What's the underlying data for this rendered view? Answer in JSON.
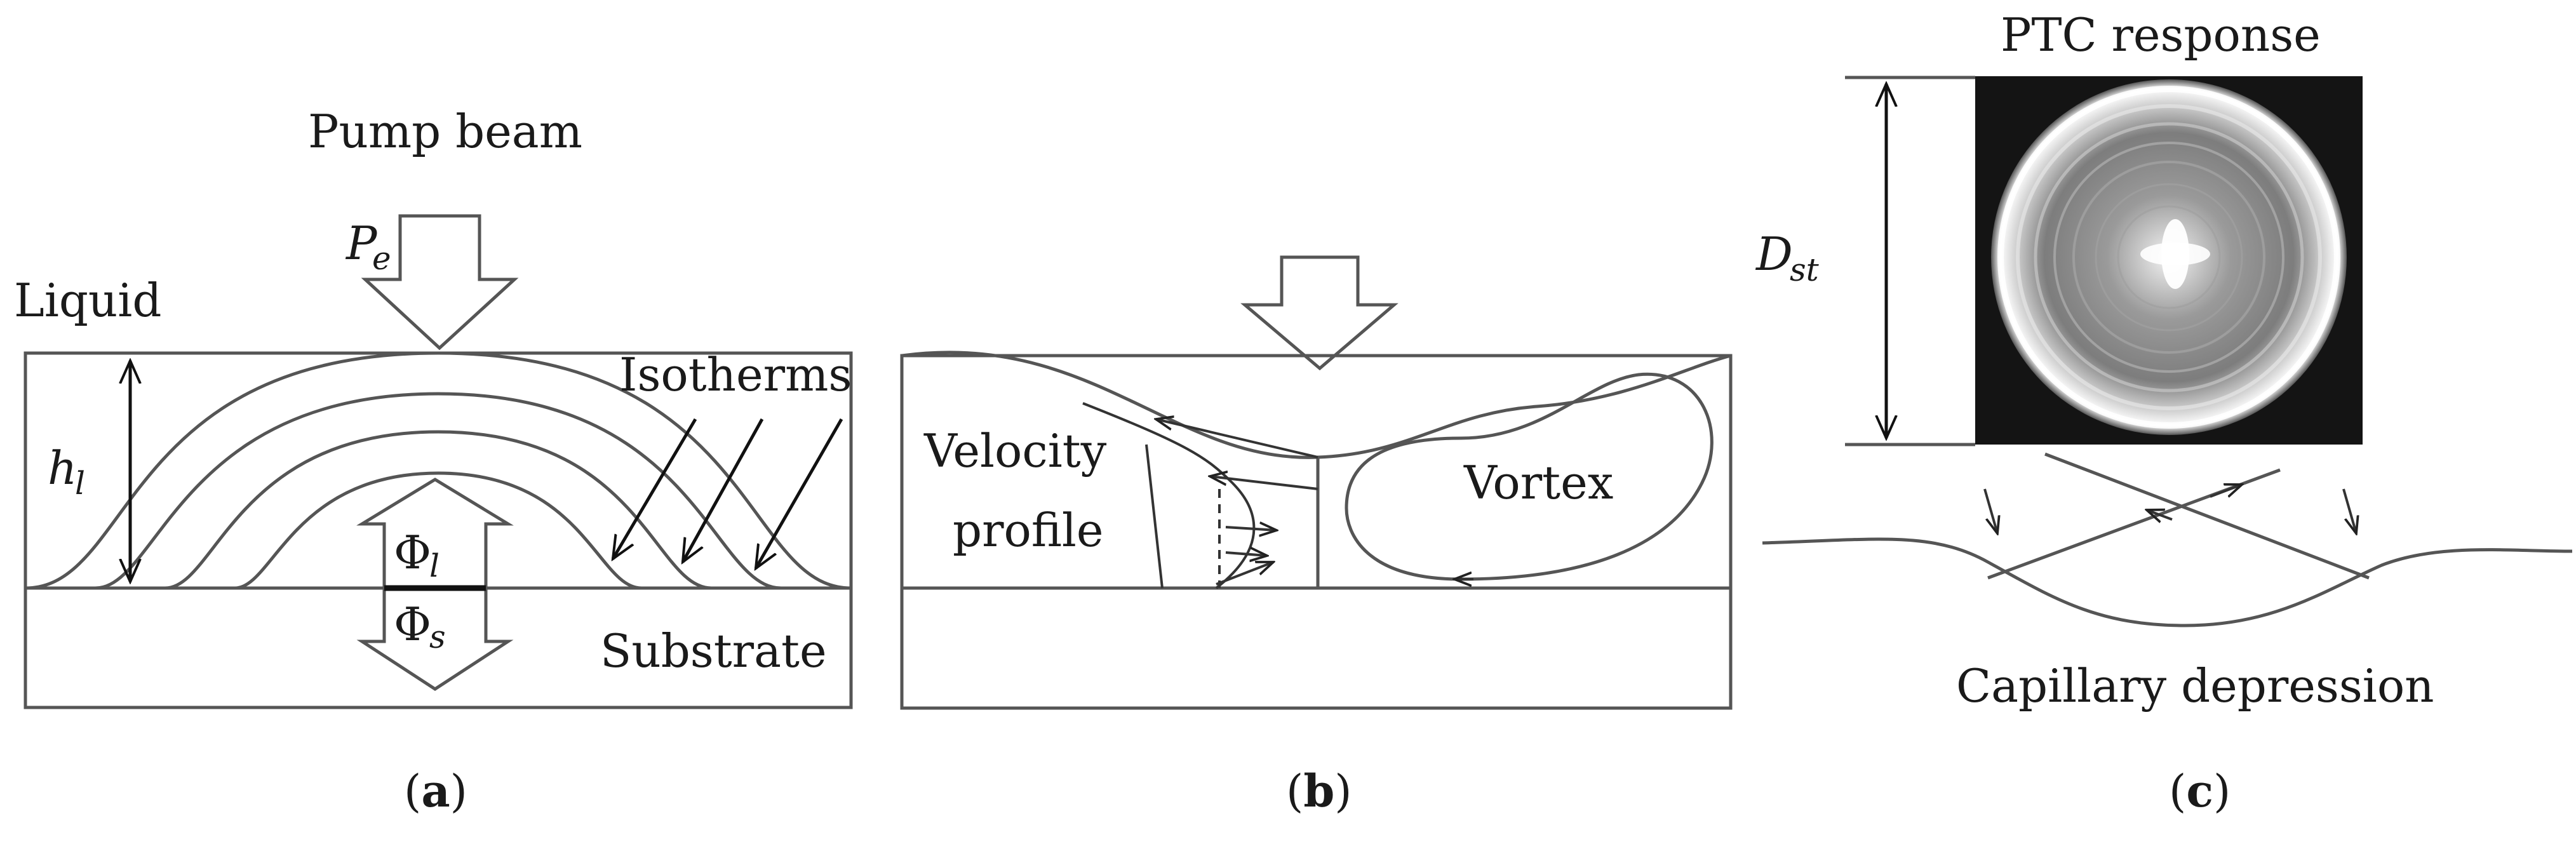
{
  "panel_a": {
    "pump_beam": "Pump beam",
    "pe_main": "P",
    "pe_sub": "e",
    "liquid": "Liquid",
    "h_main": "h",
    "h_sub": "l",
    "isotherms": "Isotherms",
    "phi_l_main": "Φ",
    "phi_l_sub": "l",
    "phi_s_main": "Φ",
    "phi_s_sub": "s",
    "substrate": "Substrate",
    "caption_open": "(",
    "caption_letter": "a",
    "caption_close": ")"
  },
  "panel_b": {
    "velocity_line1": "Velocity",
    "velocity_line2": "profile",
    "vortex": "Vortex",
    "caption_open": "(",
    "caption_letter": "b",
    "caption_close": ")"
  },
  "panel_c": {
    "ptc_response": "PTC response",
    "d_main": "D",
    "d_sub": "st",
    "capillary": "Capillary depression",
    "caption_open": "(",
    "caption_letter": "c",
    "caption_close": ")"
  }
}
